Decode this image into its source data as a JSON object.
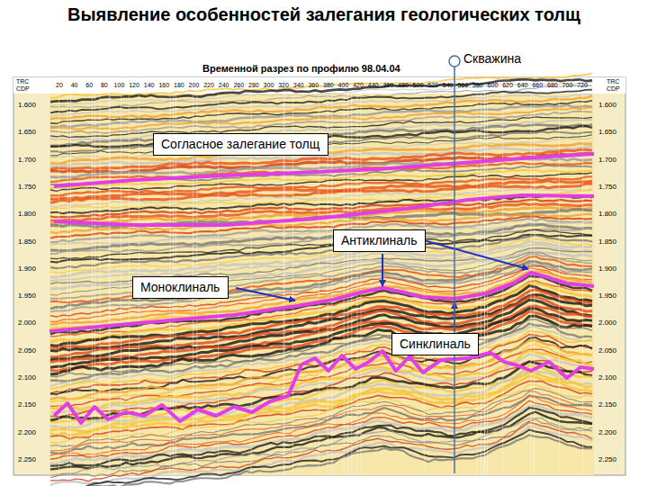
{
  "diagram": {
    "title": "Выявление особенностей залегания геологических толщ",
    "nodes": [
      {
        "text": [
          "Согласное залегание толщ"
        ]
      },
      {
        "text": [
          "Антиклиналь"
        ]
      },
      {
        "text": [
          "Моноклиналь"
        ]
      },
      {
        "text": [
          "Синклиналь"
        ]
      }
    ],
    "labels": [
      "Скважина",
      "Временной разрез по профилю 98.04.04",
      "TRC",
      "CDP",
      "TRC",
      "CDP",
      "20",
      "40",
      "60",
      "80",
      "100",
      "120",
      "140",
      "160",
      "180",
      "200",
      "220",
      "240",
      "260",
      "280",
      "300",
      "320",
      "340",
      "360",
      "380",
      "400",
      "420",
      "440",
      "460",
      "480",
      "500",
      "520",
      "540",
      "560",
      "580",
      "600",
      "620",
      "640",
      "660",
      "680",
      "700",
      "720",
      "1.600",
      "1.650",
      "1.700",
      "1.750",
      "1.800",
      "1.850",
      "1.900",
      "1.950",
      "2.000",
      "2.050",
      "2.100",
      "2.150",
      "2.200",
      "2.250",
      "1.600",
      "1.650",
      "1.700",
      "1.750",
      "1.800",
      "1.850",
      "1.900",
      "1.950",
      "2.000",
      "2.050",
      "2.100",
      "2.150",
      "2.200",
      "2.250"
    ]
  }
}
